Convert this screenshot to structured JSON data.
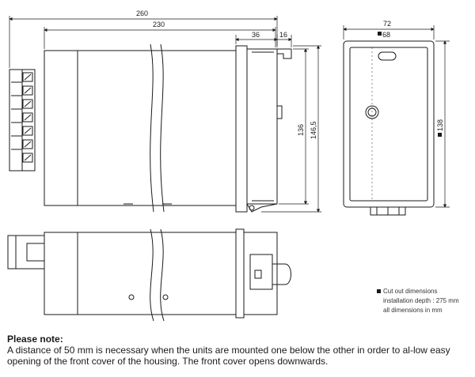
{
  "dimensions": {
    "total_length": "260",
    "body_length": "230",
    "front_depth": "36",
    "flange": "16",
    "height_inner": "136",
    "height_outer": "146,5",
    "width": "72",
    "cutout_width": "68",
    "cutout_height": "138"
  },
  "legend": {
    "line1": "Cut out dimensions",
    "line2": "installation depth : 275 mm",
    "line3": "all dimensions in mm"
  },
  "note": {
    "title": "Please note:",
    "body": "A distance of 50 mm is necessary when the units are mounted one below the other in order to al-low easy opening of the front cover of the housing. The front cover opens downwards."
  }
}
